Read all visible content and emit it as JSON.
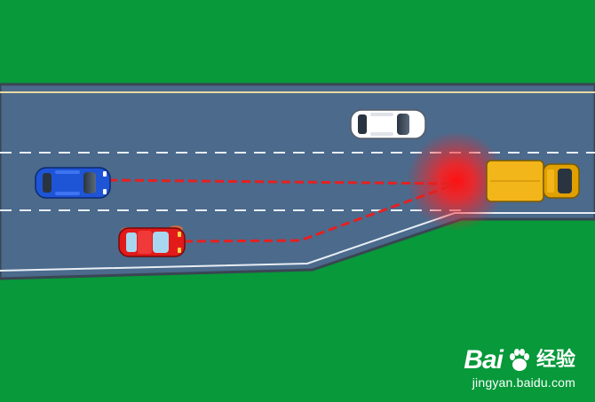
{
  "scene": {
    "description_labels": [],
    "colors": {
      "grass": "#07993a",
      "road": "#4b6a8c",
      "road_edge": "#3a4653",
      "edge_line": "#e8eef4",
      "lane_dash": "#e8eef4",
      "trajectory": "#e62020",
      "hazard_glow": "#ff1a1a",
      "truck_body": "#f2b51a",
      "truck_cab": "#e0a000",
      "car_blue": "#1e54d6",
      "car_red": "#e21a1a",
      "car_white": "#ffffff"
    },
    "vehicles": [
      {
        "id": "blue-car",
        "icon": "car-top-view-icon",
        "color": "#1e54d6"
      },
      {
        "id": "red-car",
        "icon": "car-top-view-icon",
        "color": "#e21a1a"
      },
      {
        "id": "white-car",
        "icon": "car-top-view-icon",
        "color": "#ffffff"
      },
      {
        "id": "yellow-truck",
        "icon": "truck-top-view-icon",
        "color": "#f2b51a"
      }
    ]
  },
  "watermark": {
    "brand_latin": "Bai",
    "brand_cn": "经验",
    "url": "jingyan.baidu.com",
    "icon": "baidu-paw-icon"
  }
}
